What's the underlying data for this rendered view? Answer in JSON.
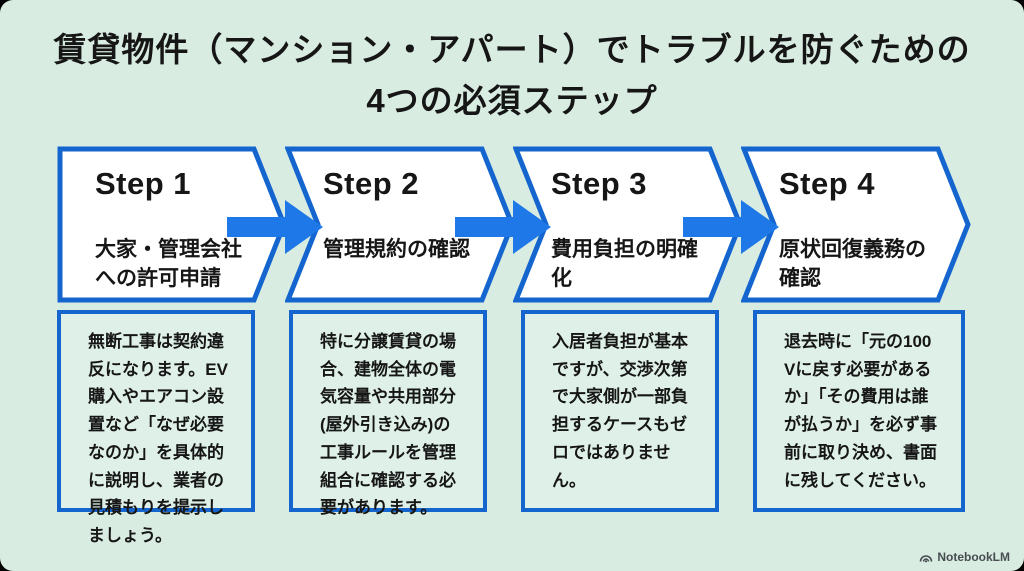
{
  "title": {
    "line1": "賃貸物件（マンション・アパート）でトラブルを防ぐための",
    "line2": "4つの必須ステップ"
  },
  "colors": {
    "bg_mint": "#d9ece2",
    "box_fill": "#def0e7",
    "chevron_fill": "#ffffff",
    "blue_border": "#1565cf",
    "blue_arrow": "#1e78e8",
    "text_dark": "#161616",
    "watermark_gray": "#474d50"
  },
  "steps": [
    {
      "label": "Step 1",
      "subtitle": "大家・管理会社への許可申請",
      "description": "無断工事は契約違反になります。EV購入やエアコン設置など「なぜ必要なのか」を具体的に説明し、業者の見積もりを提示しましょう。"
    },
    {
      "label": "Step 2",
      "subtitle": "管理規約の確認",
      "description": "特に分譲賃貸の場合、建物全体の電気容量や共用部分(屋外引き込み)の工事ルールを管理組合に確認する必要があります。"
    },
    {
      "label": "Step 3",
      "subtitle": "費用負担の明確化",
      "description": "入居者負担が基本ですが、交渉次第で大家側が一部負担するケースもゼロではありません。"
    },
    {
      "label": "Step 4",
      "subtitle": "原状回復義務の確認",
      "description": "退去時に「元の100Vに戻す必要があるか」「その費用は誰が払うか」を必ず事前に取り決め、書面に残してください。"
    }
  ],
  "watermark": {
    "label": "NotebookLM"
  }
}
